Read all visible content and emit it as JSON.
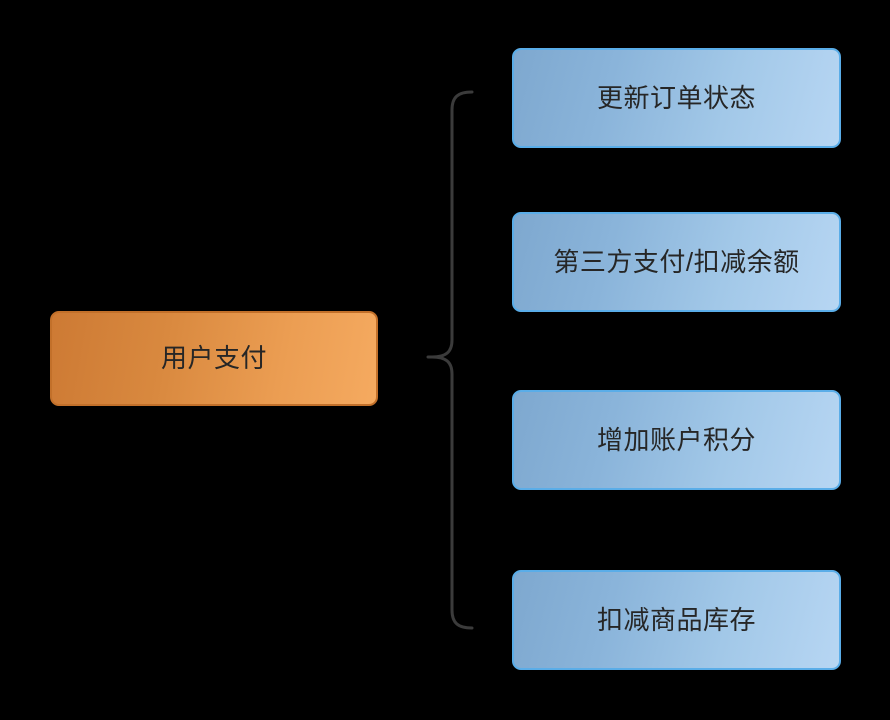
{
  "diagram": {
    "type": "brace-tree",
    "background_color": "#000000",
    "root": {
      "label": "用户支付",
      "fill_start": "#cd7a34",
      "fill_end": "#f5aa60",
      "border_color": "#c2702a",
      "text_color": "#262626"
    },
    "connector": {
      "name": "curly-brace",
      "stroke_color": "#3b3b3b",
      "stroke_width": 3
    },
    "children": [
      {
        "label": "更新订单状态",
        "fill_start": "#7ea8cf",
        "fill_end": "#b7d6f3",
        "border_color": "#5aade8",
        "text_color": "#262626"
      },
      {
        "label": "第三方支付/扣减余额",
        "fill_start": "#7ea8cf",
        "fill_end": "#b7d6f3",
        "border_color": "#5aade8",
        "text_color": "#262626"
      },
      {
        "label": "增加账户积分",
        "fill_start": "#7ea8cf",
        "fill_end": "#b7d6f3",
        "border_color": "#5aade8",
        "text_color": "#262626"
      },
      {
        "label": "扣减商品库存",
        "fill_start": "#7ea8cf",
        "fill_end": "#b7d6f3",
        "border_color": "#5aade8",
        "text_color": "#262626"
      }
    ]
  }
}
